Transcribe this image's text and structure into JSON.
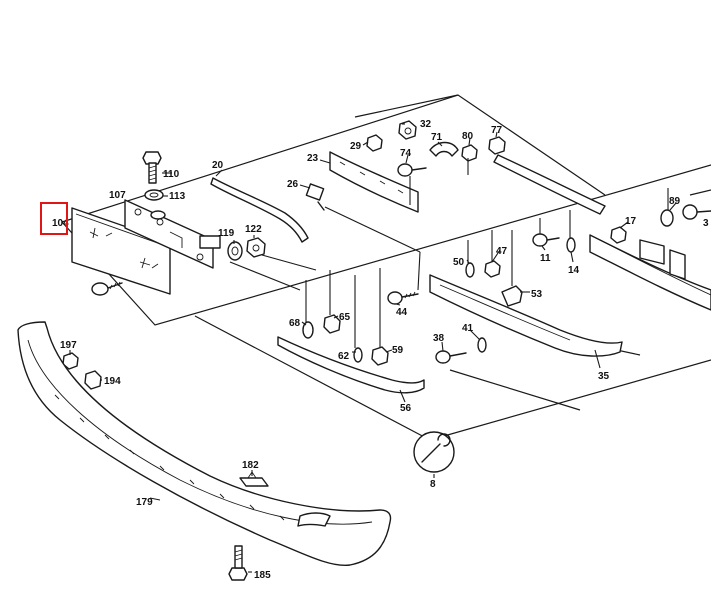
{
  "diagram": {
    "highlight_color": "#e01515",
    "labels": {
      "p104": "104",
      "p107": "107",
      "p110": "110",
      "p113": "113",
      "p20": "20",
      "p119": "119",
      "p122": "122",
      "p23": "23",
      "p26": "26",
      "p29": "29",
      "p32": "32",
      "p74": "74",
      "p71": "71",
      "p80": "80",
      "p77": "77",
      "p89": "89",
      "p17": "17",
      "p11": "11",
      "p14": "14",
      "p50": "50",
      "p47": "47",
      "p53": "53",
      "p44": "44",
      "p68": "68",
      "p65": "65",
      "p62": "62",
      "p59": "59",
      "p38": "38",
      "p41": "41",
      "p35": "35",
      "p56": "56",
      "p8": "8",
      "p197": "197",
      "p194": "194",
      "p182": "182",
      "p179": "179",
      "p185": "185",
      "p3": "3"
    }
  }
}
